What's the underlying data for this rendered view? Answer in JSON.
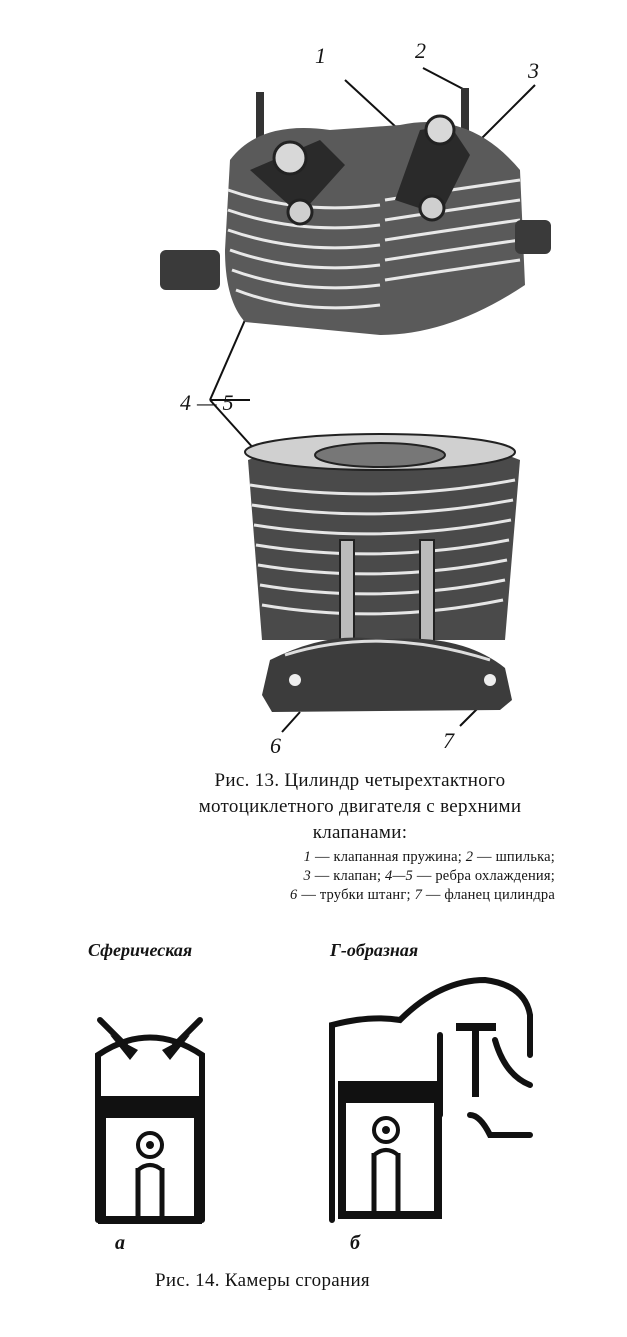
{
  "figure13": {
    "labels": {
      "l1": "1",
      "l2": "2",
      "l3": "3",
      "l45": "4—5",
      "l6": "6",
      "l7": "7"
    },
    "caption": "Рис. 13. Цилиндр четырехтактного мотоциклетного двигателя с верхними клапанами:",
    "legend": [
      {
        "num": "1",
        "text": "— клапанная пружина;"
      },
      {
        "num": "2",
        "text": "— шпилька;"
      },
      {
        "num": "3",
        "text": "— клапан;"
      },
      {
        "num": "4—5",
        "text": "— ребра охлаждения;"
      },
      {
        "num": "6",
        "text": "— трубки штанг;"
      },
      {
        "num": "7",
        "text": "— фланец цилиндра"
      }
    ]
  },
  "figure14": {
    "chamber_a": {
      "title": "Сферическая",
      "letter": "а"
    },
    "chamber_b": {
      "title": "Г-образная",
      "letter": "б"
    },
    "caption": "Рис. 14. Камеры сгорания"
  }
}
